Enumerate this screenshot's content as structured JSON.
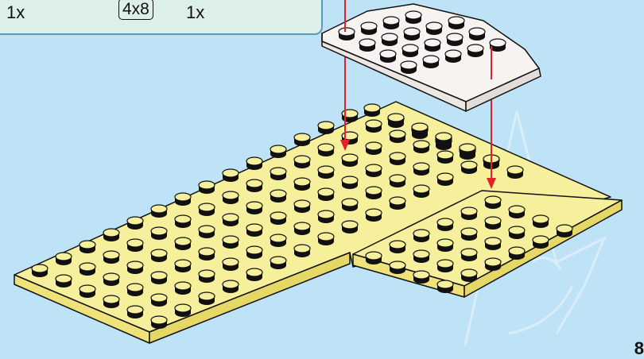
{
  "parts_list": {
    "item1_qty": "1x",
    "item2_size": "4x8",
    "item2_qty": "1x"
  },
  "page_number": "8",
  "colors": {
    "background": "#bfe3f6",
    "parts_box": "#dcefe9",
    "plate_yellow": "#f6ef9b",
    "wedge_plate_white": "#f7f3f1",
    "placement_arrow": "#e0232a"
  }
}
